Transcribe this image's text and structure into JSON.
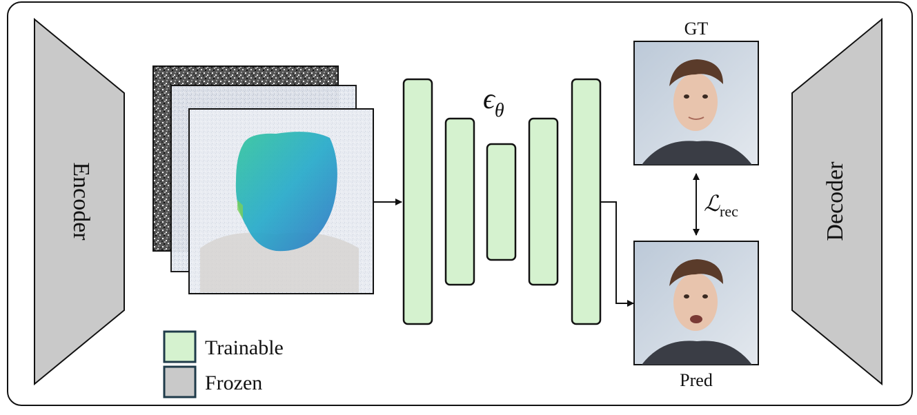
{
  "encoder": {
    "label": "Encoder"
  },
  "decoder": {
    "label": "Decoder"
  },
  "unet": {
    "label": "ϵ",
    "label_sub": "θ"
  },
  "images": {
    "gt_label": "GT",
    "pred_label": "Pred"
  },
  "loss": {
    "label": "ℒ",
    "label_sub": "rec"
  },
  "legend": {
    "trainable_label": "Trainable",
    "frozen_label": "Frozen"
  },
  "colors": {
    "trainable": "#d5f2cf",
    "frozen": "#c9c9c9",
    "block_border": "#1a1a1a",
    "legend_border": "#1f3b4a"
  }
}
